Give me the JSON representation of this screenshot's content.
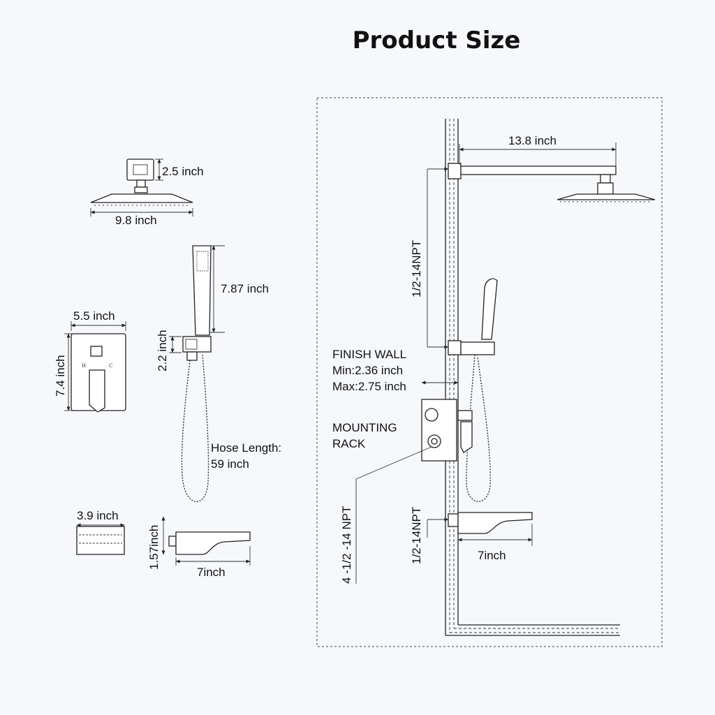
{
  "title": "Product Size",
  "components": {
    "shower_head": {
      "arm_height": "2.5 inch",
      "width": "9.8 inch"
    },
    "handheld": {
      "length": "7.87 inch",
      "holder": "2.2 inch",
      "hose_label": "Hose Length:",
      "hose_value": "59 inch"
    },
    "valve_trim": {
      "width": "5.5 inch",
      "height": "7.4 inch",
      "hot": "H",
      "cold": "C"
    },
    "tub_spout": {
      "width": "3.9 inch",
      "height": "1.57inch",
      "length": "7inch"
    }
  },
  "installation": {
    "arm_length": "13.8 inch",
    "upper_thread": "1/2-14NPT",
    "finish_wall_title": "FINISH WALL",
    "finish_wall_min": "Min:2.36 inch",
    "finish_wall_max": "Max:2.75 inch",
    "mounting_line1": "MOUNTING",
    "mounting_line2": "RACK",
    "rack_thread": "4 -1/2 -14 NPT",
    "spout_thread": "1/2-14NPT",
    "spout_length": "7inch"
  }
}
